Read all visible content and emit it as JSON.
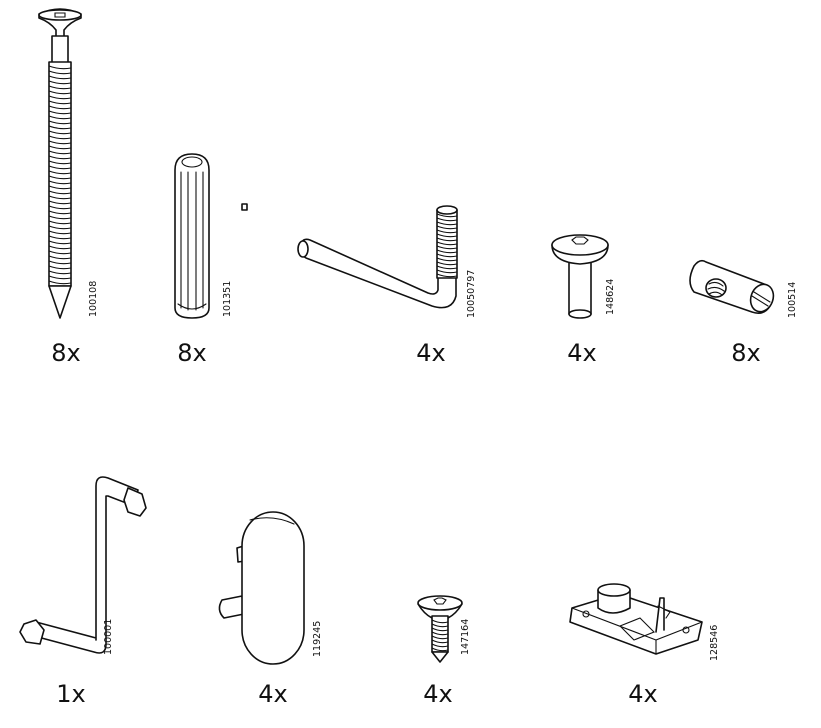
{
  "colors": {
    "line": "#111111",
    "background": "#ffffff"
  },
  "parts": [
    {
      "icon": "long-screw-icon",
      "code": "100108",
      "qty": "8x"
    },
    {
      "icon": "wooden-dowel-icon",
      "code": "101351",
      "qty": "8x"
    },
    {
      "icon": "l-bolt-icon",
      "code": "10050797",
      "qty": "4x"
    },
    {
      "icon": "connector-bolt-icon",
      "code": "148624",
      "qty": "4x"
    },
    {
      "icon": "barrel-nut-icon",
      "code": "100514",
      "qty": "8x"
    },
    {
      "icon": "allen-key-icon",
      "code": "100001",
      "qty": "1x"
    },
    {
      "icon": "plastic-cap-icon",
      "code": "119245",
      "qty": "4x"
    },
    {
      "icon": "small-screw-icon",
      "code": "147164",
      "qty": "4x"
    },
    {
      "icon": "shelf-support-icon",
      "code": "128546",
      "qty": "4x"
    }
  ]
}
